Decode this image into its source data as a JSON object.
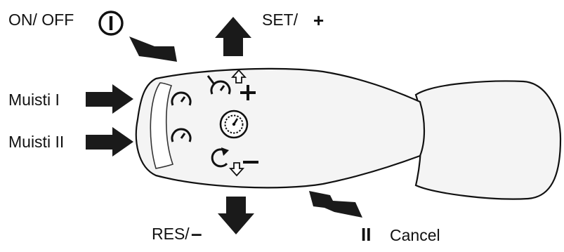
{
  "labels": {
    "on_off": "ON/ OFF",
    "set": "SET/",
    "set_symbol": "+",
    "memory_1": "Muisti I",
    "memory_2": "Muisti II",
    "res": "RES/",
    "res_symbol": "–",
    "cancel": "Cancel",
    "cancel_symbol": "II"
  },
  "icons": {
    "power": "power-icon",
    "speedometer": "speedometer-icon",
    "cruise": "cruise-control-icon",
    "resume": "resume-arrow-icon"
  },
  "colors": {
    "ink": "#111111",
    "stalk_fill": "#f4f4f4",
    "arrow_fill": "#1a1a1a"
  }
}
